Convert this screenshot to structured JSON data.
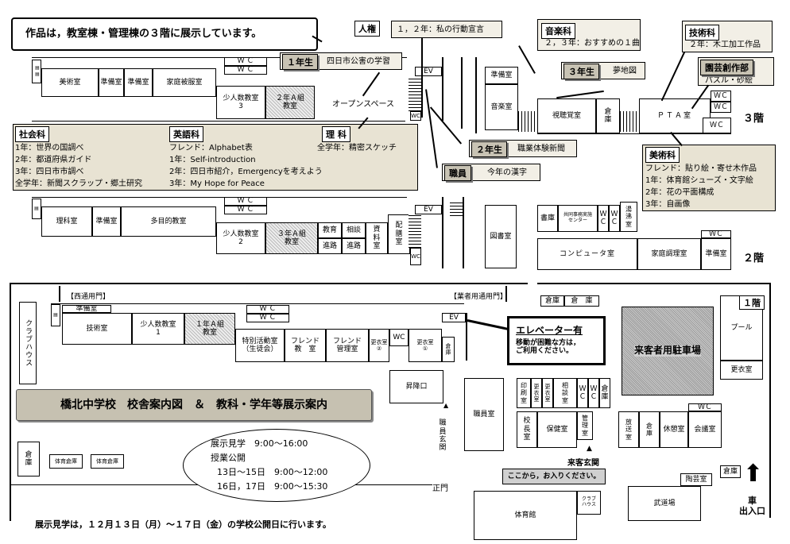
{
  "header_note": "作品は，教室棟・管理棟の３階に展示しています。",
  "footer_note": "展示見学は，１２月１３日（月）～１７日（金）の学校公開日に行います。",
  "title_banner": "橋北中学校　校舎案内図　＆　教科・学年等展示案内",
  "schedule": {
    "l1": "展示見学　9:00～16:00",
    "l2": "授業公開",
    "l3": "13日～15日　9:00～12:00",
    "l4": "16日，17日　9:00～15:30"
  },
  "floors": {
    "f3": "３階",
    "f2": "２階",
    "f1": "１階"
  },
  "callouts": {
    "jinken": {
      "tag": "人権",
      "text": "１，２年：私の行動宣言"
    },
    "ongaku": {
      "tag": "音楽科",
      "text": "２，３年：おすすめの１曲"
    },
    "gijutsu": {
      "tag": "技術科",
      "text": "２年：木工加工作品"
    },
    "engei": {
      "tag": "園芸創作部",
      "text": "パズル・砂絵"
    },
    "g1": {
      "tag": "１年生",
      "text": "四日市公害の学習"
    },
    "g3": {
      "tag": "３年生",
      "text": "夢地図"
    },
    "g2": {
      "tag": "２年生",
      "text": "職業体験新聞"
    },
    "staff": {
      "tag": "職員",
      "text": "今年の漢字"
    },
    "elevator": {
      "title": "エレベーター有",
      "l1": "移動が困難な方は，",
      "l2": "ご利用ください。"
    },
    "entrance": {
      "title": "来客玄関",
      "text": "ここから，お入りください。"
    },
    "parking": "来客者用駐車場",
    "car_entrance": {
      "l1": "車",
      "l2": "出入口"
    }
  },
  "subjects": {
    "shakai": {
      "tag": "社会科",
      "items": [
        "1年：世界の国調べ",
        "2年：都道府県ガイド",
        "3年：四日市市調べ",
        "全学年：新聞スクラップ・郷土研究"
      ]
    },
    "eigo": {
      "tag": "英語科",
      "items": [
        "フレンド：Alphabet表",
        "1年：Self-introduction",
        "2年：四日市紹介，Emergencyを考えよう",
        "3年：My Hope for Peace"
      ]
    },
    "rika": {
      "tag": "理 科",
      "items": [
        "全学年：精密スケッチ"
      ]
    },
    "bijutsu": {
      "tag": "美術科",
      "items": [
        "フレンド：貼り絵・寄せ木作品",
        "1年：体育館シューズ・文字絵",
        "2年：花の平面構成",
        "3年：自画像"
      ]
    }
  },
  "rooms": {
    "f3": {
      "bijutsu": "美術室",
      "jumbi1": "準備室",
      "jumbi2": "準備室",
      "katei": "家庭被服室",
      "wc1": "Ｗ Ｃ",
      "wc2": "Ｗ Ｃ",
      "shoninzu3": "少人数教室\n3",
      "r2a": "２年Ａ組\n教室",
      "open": "オープンスペース",
      "ev": "EV",
      "wc3": "WC",
      "jumbi3": "準備室",
      "ongaku": "音楽室",
      "shichokaku": "視聴覚室",
      "soko": "倉\n庫",
      "pta": "ＰＴＡ室",
      "wc4": "ＷＣ",
      "wc5": "ＷＣ",
      "wc6": "ＷＣ"
    },
    "f2": {
      "rika": "理科室",
      "jumbi": "準備室",
      "tamokuteki": "多目的教室",
      "wc1": "Ｗ Ｃ",
      "wc2": "Ｗ Ｃ",
      "shoninzu2": "少人数教室\n2",
      "r3a": "３年Ａ組\n教室",
      "kyoiku": "教育",
      "shinro1": "進路",
      "sodan": "相談",
      "shinro2": "進路",
      "shiryo": "資\n料\n室",
      "haizen": "配\n膳\n室",
      "ev": "EV",
      "wc3": "WC",
      "shoko": "書庫",
      "kyodo": "共同事務実施\nセンター",
      "wc4": "Ｗ\nＣ",
      "wc5": "Ｗ\nＣ",
      "hoso": "湯\n沸\n室",
      "toshoshitsu": "図書室",
      "computer": "コンピュータ室",
      "katei_chori": "家庭調理室",
      "jumbi3": "準備室",
      "wc6": "ＷＣ"
    },
    "f1": {
      "nishi_gate": "【西通用門】",
      "gyosha_gate": "【業者用通用門】",
      "club": "クラブハウス",
      "jumbi": "準備室",
      "gijutsu": "技術室",
      "shoninzu1": "少人数教室\n1",
      "r1a": "１年Ａ組\n教室",
      "wc1": "Ｗ Ｃ",
      "wc2": "Ｗ Ｃ",
      "tokubetsu": "特別活動室\n（生徒会）",
      "friend_kyoshitsu": "フレンド\n教　室",
      "friend_kanri": "フレンド\n管理室",
      "kosui2": "更衣室\n②",
      "wc3": "WC",
      "kosui1": "更衣室\n①",
      "soko_small": "倉\n庫",
      "ev": "EV",
      "shokoguchi": "昇降口",
      "shokuin_genkan": "職\n員\n玄\n関",
      "shokuin": "職員室",
      "insatsu": "印\n刷\n室",
      "kosui_a": "更\n衣\n室",
      "kosui_b": "更\n衣\n室",
      "sodan": "相\n談\n室",
      "wc4": "Ｗ\nＣ",
      "wc5": "Ｗ\nＣ",
      "soko2": "倉\n庫",
      "kocho": "校\n長\n室",
      "hoken": "保健室",
      "kanri": "管\n理\n室",
      "hoso": "放\n送\n室",
      "soko3": "倉\n庫",
      "kyukei": "休憩室",
      "kaigi": "会議室",
      "wc6": "ＷＣ",
      "soko_top1": "倉庫",
      "soko_top2": "倉　庫",
      "pool": "プール",
      "kosui_pool": "更衣室",
      "soko_left": "倉\n庫",
      "taiiku_soko1": "体育倉庫",
      "taiiku_soko2": "体育倉庫",
      "seimon": "正門",
      "taiikukan": "体育館",
      "club2": "クラブ\nハウス",
      "budojo": "武道場",
      "togei": "陶芸室",
      "soko_car": "倉庫"
    }
  }
}
